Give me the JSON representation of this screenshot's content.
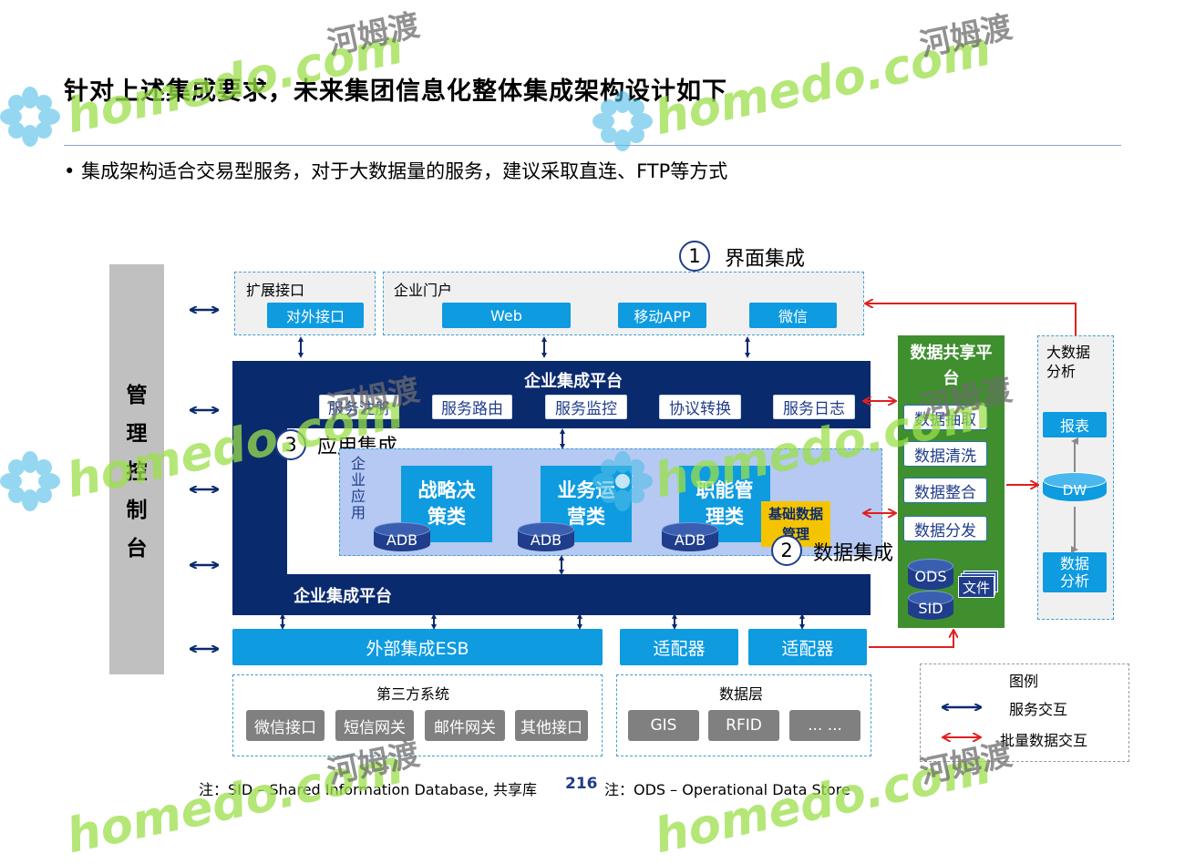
{
  "title": "针对上述集成要求，未来集团信息化整体集成架构设计如下",
  "bullet": "集成架构适合交易型服务，对于大数据量的服务，建议采取直连、FTP等方式",
  "bullet_mark": "•",
  "mgmt_console": {
    "chars": [
      "管",
      "理",
      "控",
      "制",
      "台"
    ]
  },
  "ui_integration": {
    "number": "1",
    "label": "界面集成"
  },
  "app_integration": {
    "number": "3",
    "label": "应用集成"
  },
  "data_integration": {
    "number": "2",
    "label": "数据集成"
  },
  "ext_interface": {
    "title": "扩展接口",
    "button": "对外接口"
  },
  "portal": {
    "title": "企业门户",
    "items": [
      "Web",
      "移动APP",
      "微信"
    ]
  },
  "eip": {
    "title_top": "企业集成平台",
    "title_bottom": "企业集成平台",
    "services": [
      "服务注册",
      "服务路由",
      "服务监控",
      "协议转换",
      "服务日志"
    ]
  },
  "enterprise_apps": {
    "label_chars": [
      "企",
      "业",
      "应",
      "用"
    ],
    "blocks": [
      "战略决策类",
      "业务运营类",
      "职能管理类"
    ],
    "adb": "ADB",
    "master_data": "基础数据管理"
  },
  "data_sharing": {
    "title": "数据共享平台",
    "items": [
      "数据抽取",
      "数据清洗",
      "数据整合",
      "数据分发"
    ],
    "ods": "ODS",
    "sid": "SID",
    "files": "文件"
  },
  "bigdata": {
    "title": "大数据分析",
    "report": "报表",
    "dw": "DW",
    "analysis": "数据分析"
  },
  "esb": "外部集成ESB",
  "adapters": [
    "适配器",
    "适配器"
  ],
  "third_party": {
    "title": "第三方系统",
    "items": [
      "微信接口",
      "短信网关",
      "邮件网关",
      "其他接口"
    ]
  },
  "data_layer": {
    "title": "数据层",
    "items": [
      "GIS",
      "RFID",
      "... ..."
    ]
  },
  "legend": {
    "title": "图例",
    "service": "服务交互",
    "batch": "批量数据交互"
  },
  "notes": {
    "left": "注：SID – Shared Information Database, 共享库",
    "page": "216",
    "right": "注：ODS – Operational Data Store"
  },
  "watermark": {
    "en": "homedo.com",
    "cn": "河姆渡"
  },
  "colors": {
    "navy": "#0a2a6e",
    "cyan": "#0e9be0",
    "green": "#3f8f2f",
    "red": "#e02020",
    "grey": "#c0c0c0"
  }
}
